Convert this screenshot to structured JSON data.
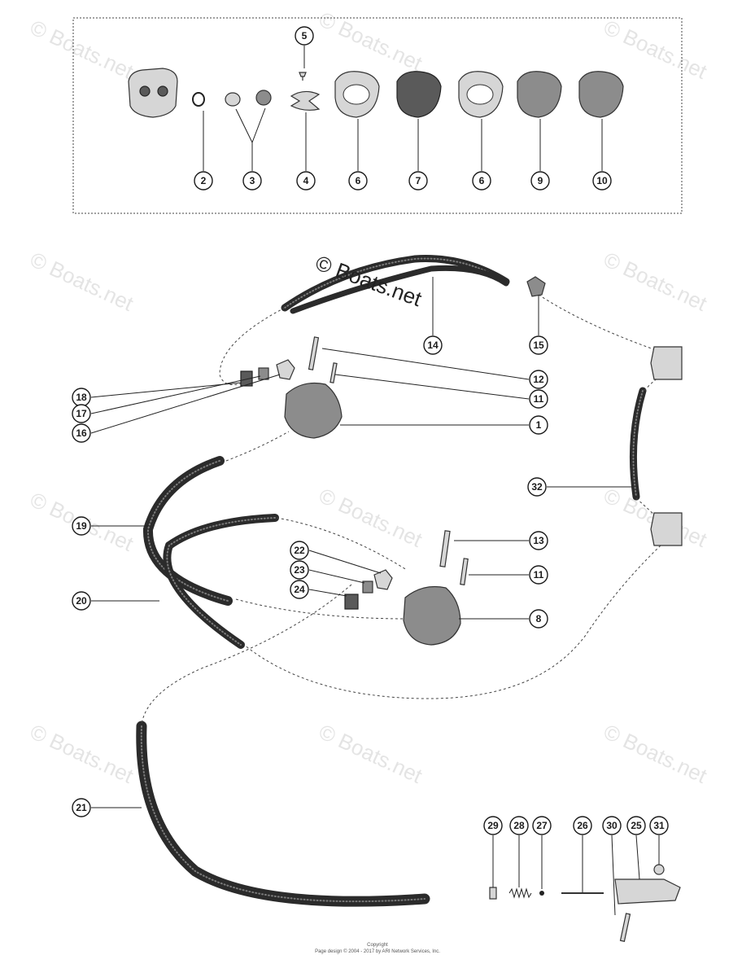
{
  "watermark": "© Boats.net",
  "copyright_mark": "© Boats.net",
  "footer": {
    "line1": "Copyright",
    "line2": "Page design © 2004 - 2017 by ARI Network Services, Inc."
  },
  "callouts": {
    "c1": "1",
    "c2": "2",
    "c3": "3",
    "c4": "4",
    "c5": "5",
    "c6a": "6",
    "c6b": "6",
    "c7": "7",
    "c8": "8",
    "c9": "9",
    "c10": "10",
    "c11a": "11",
    "c11b": "11",
    "c12": "12",
    "c13": "13",
    "c14": "14",
    "c15": "15",
    "c16": "16",
    "c17": "17",
    "c18": "18",
    "c19": "19",
    "c20": "20",
    "c21": "21",
    "c22": "22",
    "c23": "23",
    "c24": "24",
    "c25": "25",
    "c26": "26",
    "c27": "27",
    "c28": "28",
    "c29": "29",
    "c30": "30",
    "c31": "31",
    "c32": "32"
  }
}
